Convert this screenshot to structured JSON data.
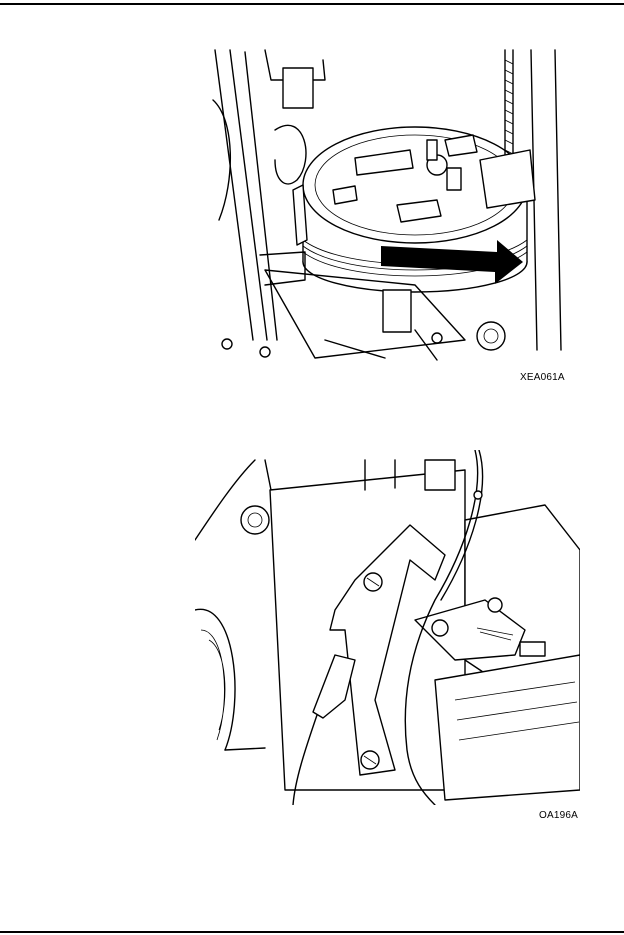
{
  "page": {
    "figures": [
      {
        "caption": "XEA061A",
        "icon": "reel-motor-assembly-illustration"
      },
      {
        "caption": "OA196A",
        "icon": "sensor-bracket-illustration"
      }
    ],
    "colors": {
      "ink": "#000000",
      "paper": "#ffffff"
    }
  }
}
